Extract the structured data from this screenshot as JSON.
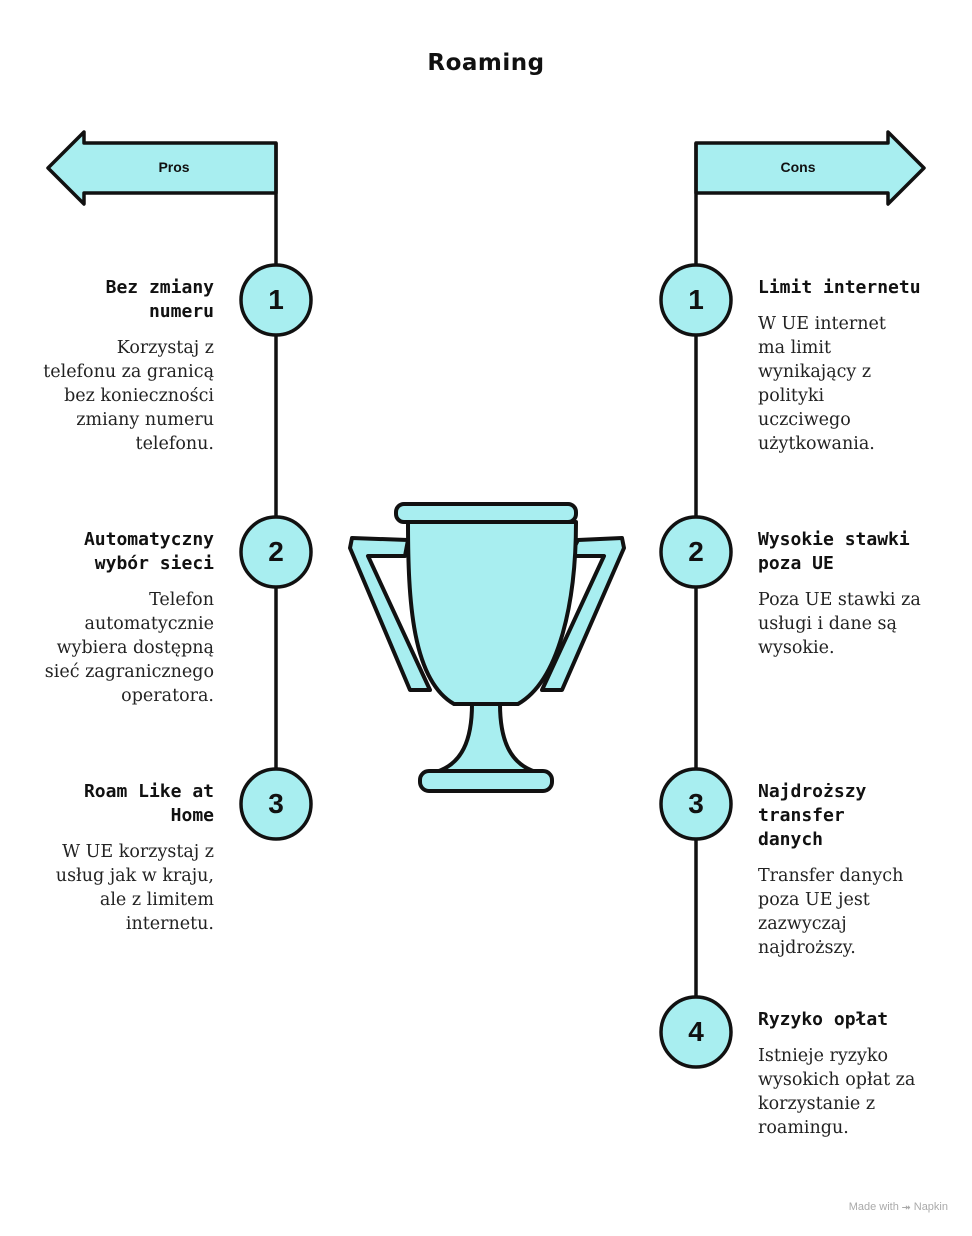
{
  "title": "Roaming",
  "colors": {
    "fill": "#a8eef0",
    "stroke": "#111111",
    "background": "#ffffff"
  },
  "pros": {
    "label": "Pros",
    "items": [
      {
        "number": "1",
        "title": "Bez zmiany numeru",
        "description": "Korzystaj z telefonu za granicą bez konieczności zmiany numeru telefonu."
      },
      {
        "number": "2",
        "title": "Automatyczny wybór sieci",
        "description": "Telefon automatycznie wybiera dostępną sieć zagranicznego operatora."
      },
      {
        "number": "3",
        "title": "Roam Like at Home",
        "description": "W UE korzystaj z usług jak w kraju, ale z limitem internetu."
      }
    ]
  },
  "cons": {
    "label": "Cons",
    "items": [
      {
        "number": "1",
        "title": "Limit internetu",
        "description": "W UE internet ma limit wynikający z polityki uczciwego użytkowania."
      },
      {
        "number": "2",
        "title": "Wysokie stawki poza UE",
        "description": "Poza UE stawki za usługi i dane są wysokie."
      },
      {
        "number": "3",
        "title": "Najdroższy transfer danych",
        "description": "Transfer danych poza UE jest zazwyczaj najdroższy."
      },
      {
        "number": "4",
        "title": "Ryzyko opłat",
        "description": "Istnieje ryzyko wysokich opłat za korzystanie z roamingu."
      }
    ]
  },
  "center_icon": "trophy-icon",
  "footer": {
    "text": "Made with ⯮ Napkin"
  }
}
